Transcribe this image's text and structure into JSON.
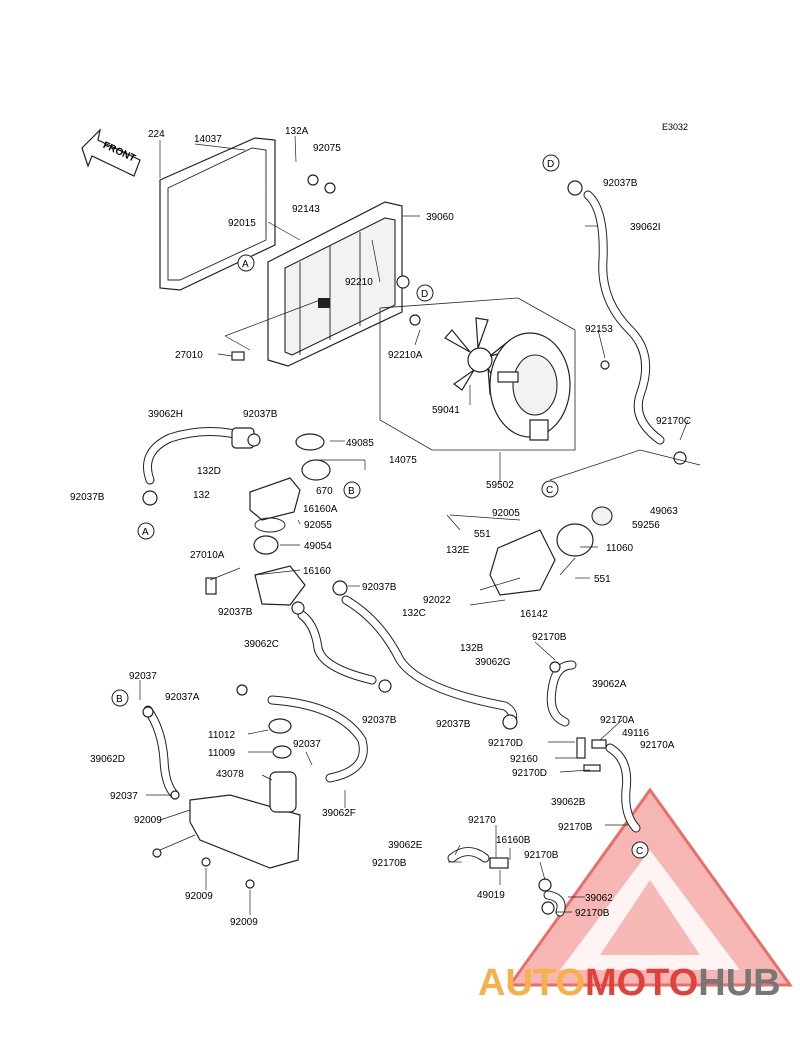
{
  "drawing_code": "E3032",
  "front_label": "FRONT",
  "ref_letters": {
    "a": "A",
    "b": "B",
    "c": "C",
    "d": "D"
  },
  "watermark": {
    "part1": "AUTO",
    "part2": "MOTO",
    "part3": "HUB",
    "color_orange": "#f5b24a",
    "color_red": "#e2403a",
    "color_gray": "#777777"
  },
  "labels": {
    "l224": "224",
    "l14037": "14037",
    "l132A": "132A",
    "l92075": "92075",
    "l92143": "92143",
    "l92015": "92015",
    "l39060": "39060",
    "l92210": "92210",
    "l27010": "27010",
    "l92210A": "92210A",
    "l92153": "92153",
    "l59041": "59041",
    "l59502": "59502",
    "l92037B_top": "92037B",
    "l39062I": "39062I",
    "l92170C": "92170C",
    "l39062H": "39062H",
    "l92037B_a": "92037B",
    "l49085": "49085",
    "l14075": "14075",
    "l132D": "132D",
    "l132": "132",
    "l670": "670",
    "l92037B_b": "92037B",
    "l16160A": "16160A",
    "l92055": "92055",
    "l49054": "49054",
    "l27010A": "27010A",
    "l16160": "16160",
    "l92037B_c": "92037B",
    "l92037B_d": "92037B",
    "l39062C": "39062C",
    "l39062G": "39062G",
    "l92037B_e": "92037B",
    "l92037B_f": "92037B",
    "l92005": "92005",
    "l49063": "49063",
    "l59256": "59256",
    "l551a": "551",
    "l11060": "11060",
    "l132E": "132E",
    "l551b": "551",
    "l92022": "92022",
    "l132C": "132C",
    "l16142": "16142",
    "l132B": "132B",
    "l92170B_a": "92170B",
    "l39062A": "39062A",
    "l92170A_a": "92170A",
    "l49116": "49116",
    "l92170D_a": "92170D",
    "l92170A_b": "92170A",
    "l92160": "92160",
    "l92170D_b": "92170D",
    "l39062B": "39062B",
    "l92170B_b": "92170B",
    "l92037_a": "92037",
    "l92037A": "92037A",
    "l39062D": "39062D",
    "l11012": "11012",
    "l11009": "11009",
    "l92037_b": "92037",
    "l43078": "43078",
    "l92037_c": "92037",
    "l92009_a": "92009",
    "l39062F": "39062F",
    "l92009_b": "92009",
    "l92009_c": "92009",
    "l39062E": "39062E",
    "l92170": "92170",
    "l16160B": "16160B",
    "l92170B_c": "92170B",
    "l92170B_d": "92170B",
    "l49019": "49019",
    "l39062": "39062",
    "l92170B_e": "92170B"
  }
}
